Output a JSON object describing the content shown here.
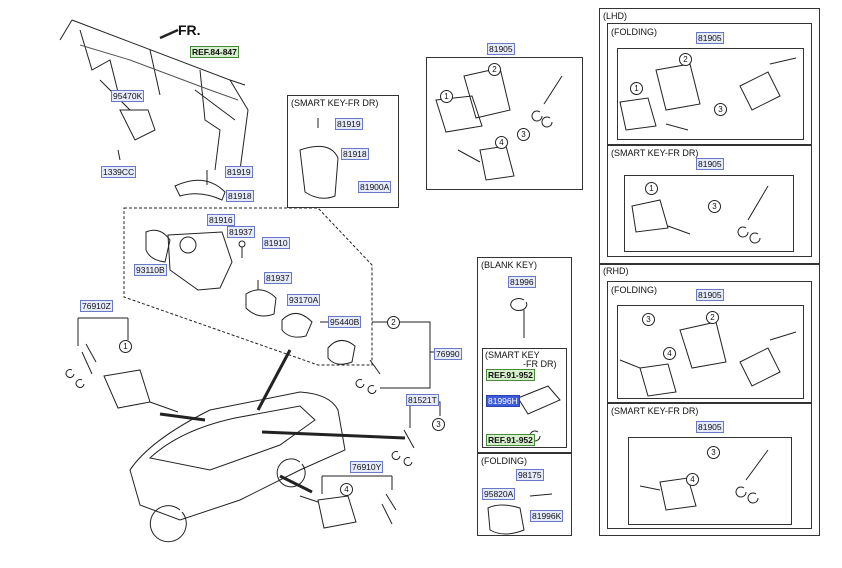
{
  "diagram": {
    "fr_label": "FR.",
    "refs": {
      "r84847": "REF.84-847",
      "r91952a": "REF.91-952",
      "r91952b": "REF.91-952"
    },
    "parts": {
      "p95470K": "95470K",
      "p1339CC": "1339CC",
      "p81919a": "81919",
      "p81918a": "81918",
      "p81916": "81916",
      "p81937a": "81937",
      "p81910": "81910",
      "p93110B": "93110B",
      "p81937b": "81937",
      "p93170A": "93170A",
      "p95440B": "95440B",
      "p76910Z": "76910Z",
      "p76990": "76990",
      "p81521T": "81521T",
      "p76910Y": "76910Y",
      "p81919b": "81919",
      "p81918b": "81918",
      "p81900A": "81900A",
      "p81905a": "81905",
      "p81996": "81996",
      "p81996H": "81996H",
      "p98175": "98175",
      "p95820A": "95820A",
      "p81996K": "81996K",
      "p81905b": "81905",
      "p81905c": "81905",
      "p81905d": "81905",
      "p81905e": "81905"
    },
    "sections": {
      "smart_key_fr_dr": "(SMART KEY-FR DR)",
      "blank_key": "(BLANK KEY)",
      "smart_key_fr_dr_2a": "(SMART KEY",
      "smart_key_fr_dr_2b": "-FR DR)",
      "folding": "(FOLDING)",
      "lhd": "(LHD)",
      "lhd_folding": "(FOLDING)",
      "lhd_smart": "(SMART KEY-FR DR)",
      "rhd": "(RHD)",
      "rhd_folding": "(FOLDING)",
      "rhd_smart": "(SMART KEY-FR DR)"
    },
    "callouts": [
      "1",
      "2",
      "3",
      "4"
    ]
  }
}
